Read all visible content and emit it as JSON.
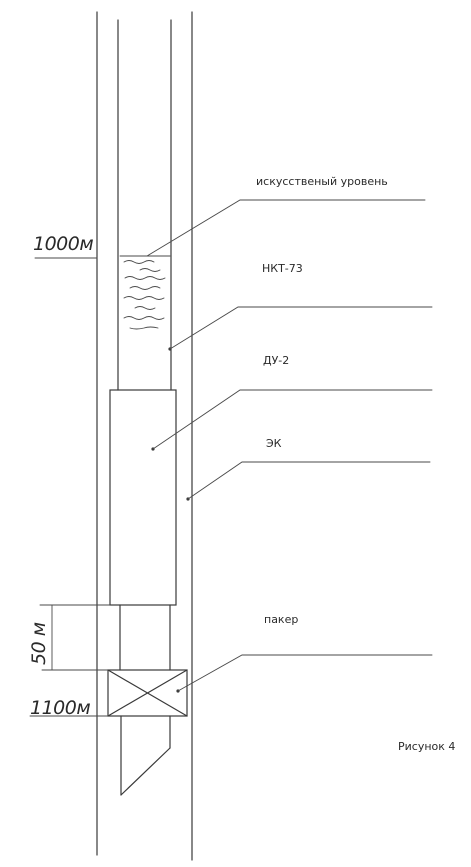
{
  "labels": {
    "artificial_level": "искусственый уровень",
    "tubing": "НКТ-73",
    "pump": "ДУ-2",
    "casing": "ЭК",
    "packer": "пакер"
  },
  "depths": {
    "top": "1000м",
    "bottom": "1100м",
    "spacing": "50 м"
  },
  "caption": "Рисунок 4"
}
